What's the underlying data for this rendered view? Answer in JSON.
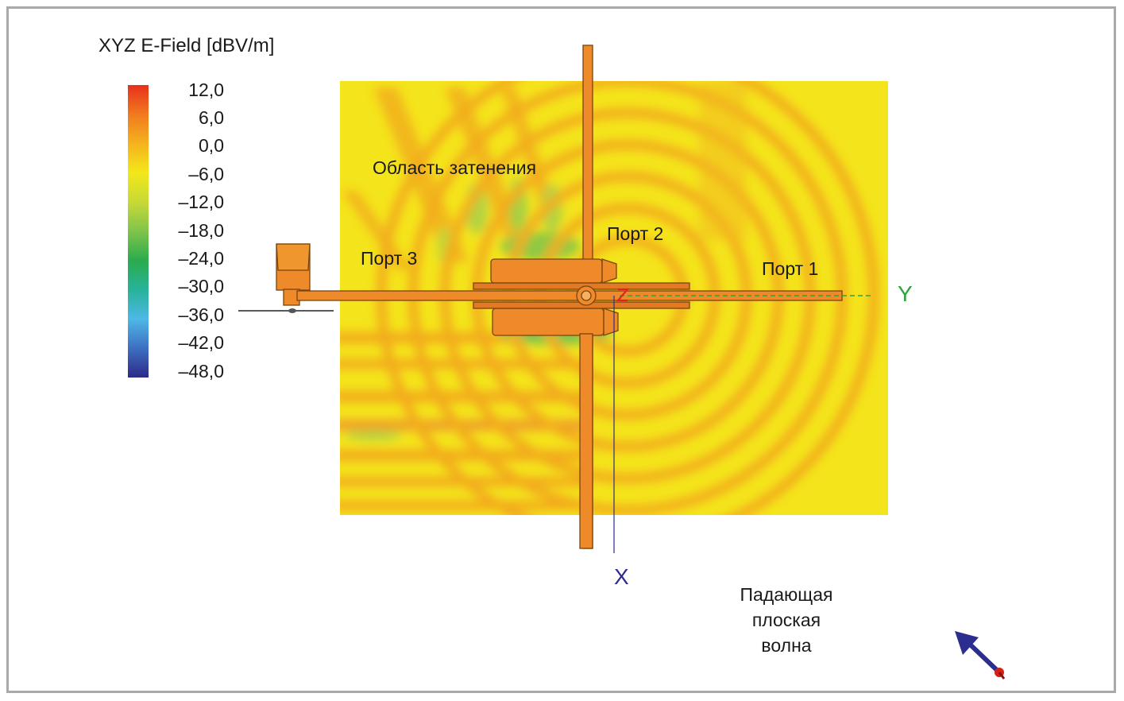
{
  "colorbar": {
    "title": "XYZ E-Field [dBV/m]",
    "ticks": [
      "12,0",
      "6,0",
      "0,0",
      "–6,0",
      "–12,0",
      "–18,0",
      "–24,0",
      "–30,0",
      "–36,0",
      "–42,0",
      "–48,0"
    ],
    "colors": [
      "#e8301c",
      "#f07a1e",
      "#f5b21e",
      "#f3e81a",
      "#c8d936",
      "#7fc44a",
      "#2bab4d",
      "#27b39a",
      "#4db8e6",
      "#3d6fc2",
      "#2d2a88"
    ]
  },
  "annotations": {
    "shadow_region": "Область затенения",
    "port1": "Порт 1",
    "port2": "Порт 2",
    "port3": "Порт 3",
    "incident_wave": [
      "Падающая",
      "плоская",
      "волна"
    ]
  },
  "axes": {
    "y_label": "Y",
    "x_label": "X",
    "z_label": "Z"
  },
  "colors": {
    "field_base": "#f4e41c",
    "field_hot": "#f2a21e",
    "structure": "#ee8a2a",
    "frame": "#a9a9a9"
  }
}
